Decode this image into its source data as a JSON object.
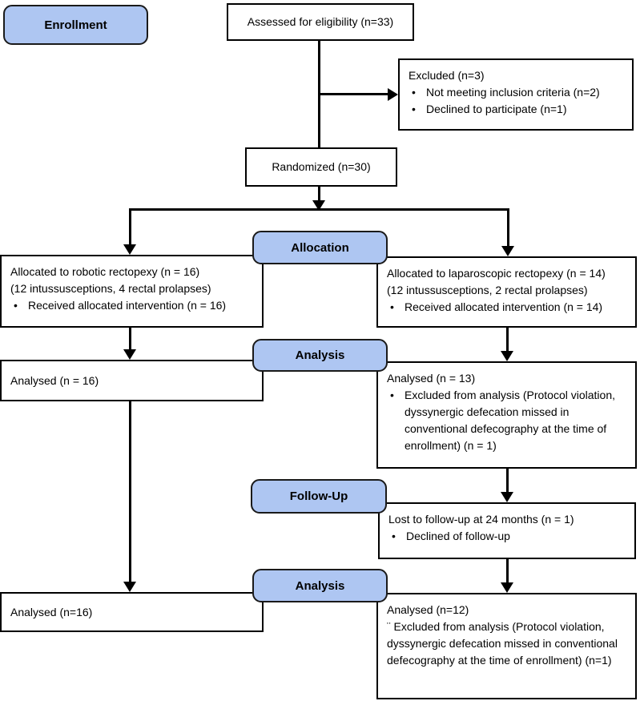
{
  "diagram": {
    "bullet_char": "•",
    "colors": {
      "stage_fill": "#aec6f2",
      "stage_border": "#1a1a1a",
      "box_border": "#000000",
      "connector": "#000000"
    },
    "stages": {
      "enrollment": "Enrollment",
      "allocation": "Allocation",
      "analysis1": "Analysis",
      "followup": "Follow-Up",
      "analysis2": "Analysis"
    },
    "boxes": {
      "assessed": {
        "text": "Assessed for eligibility (n=33)"
      },
      "excluded": {
        "title": "Excluded  (n=3)",
        "bullets": [
          "Not meeting inclusion criteria (n=2)",
          "Declined to participate (n=1)"
        ]
      },
      "randomized": {
        "text": "Randomized (n=30)"
      },
      "alloc_left": {
        "line1": "Allocated to robotic rectopexy (n = 16)",
        "line2": "(12 intussusceptions, 4 rectal prolapses)",
        "bullet": "Received allocated intervention (n = 16)"
      },
      "alloc_right": {
        "line1": "Allocated to laparoscopic rectopexy (n = 14)",
        "line2": "(12 intussusceptions, 2 rectal prolapses)",
        "bullet": "Received allocated intervention (n = 14)"
      },
      "analysed_left1": {
        "text": "Analysed  (n = 16)"
      },
      "analysed_right1": {
        "title": "Analysed  (n = 13)",
        "bullet": "Excluded from analysis (Protocol violation, dyssynergic defecation missed in conventional defecography at the time of enrollment) (n = 1)"
      },
      "lost": {
        "title": "Lost to follow-up at 24 months (n = 1)",
        "bullet": "Declined of follow-up"
      },
      "analysed_left2": {
        "text": "Analysed  (n=16)"
      },
      "analysed_right2": {
        "title": "Analysed (n=12)",
        "line2": "¨ Excluded from analysis (Protocol violation, dyssynergic defecation missed in conventional defecography at the time of enrollment) (n=1)"
      }
    }
  }
}
